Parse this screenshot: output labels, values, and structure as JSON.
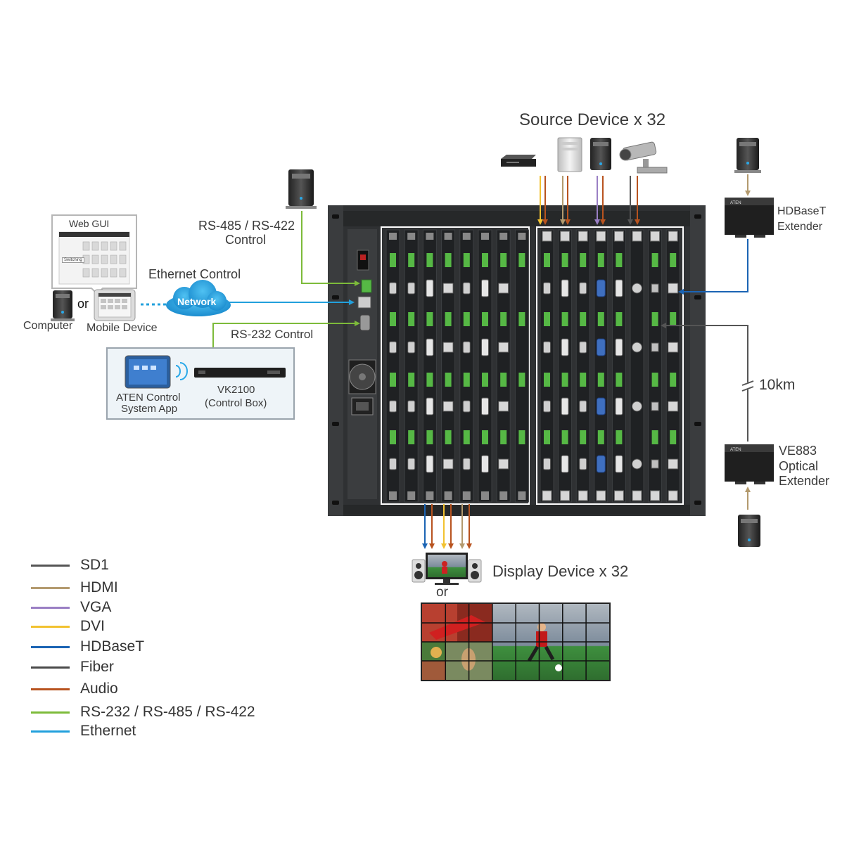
{
  "diagram": {
    "source_title": "Source Device x 32",
    "display_title": "Display Device x 32",
    "display_or": "or",
    "web_gui": "Web GUI",
    "web_gui_button": "Switching",
    "computer": "Computer",
    "or_text": "or",
    "mobile_device": "Mobile Device",
    "ethernet_control": "Ethernet Control",
    "network": "Network",
    "rs485_line1": "RS-485 / RS-422",
    "rs485_line2": "Control",
    "rs232_control": "RS-232 Control",
    "aten_app_line1": "ATEN Control",
    "aten_app_line2": "System App",
    "vk2100_line1": "VK2100",
    "vk2100_line2": "(Control Box)",
    "hdbaset_line1": "HDBaseT",
    "hdbaset_line2": "Extender",
    "distance": "10km",
    "ve883_line1": "VE883",
    "ve883_line2": "Optical",
    "ve883_line3": "Extender",
    "aten_brand": "ATEN"
  },
  "legend": [
    {
      "label": "SD1",
      "color": "#555555"
    },
    {
      "label": "HDMI",
      "color": "#b39a6e"
    },
    {
      "label": "VGA",
      "color": "#9a7fc4"
    },
    {
      "label": "DVI",
      "color": "#f2c230"
    },
    {
      "label": "HDBaseT",
      "color": "#1b64b4"
    },
    {
      "label": "Fiber",
      "color": "#4a4a4a"
    },
    {
      "label": "Audio",
      "color": "#b8531f"
    },
    {
      "label": "RS-232 / RS-485 / RS-422",
      "color": "#7dbb3a"
    },
    {
      "label": "Ethernet",
      "color": "#22a0dc"
    }
  ],
  "colors": {
    "rack": "#2f3133",
    "card": "#1f2123",
    "card_frame_left": "#ffffff",
    "terminal_green": "#56b845",
    "rs_control_line": "#7dbb3a",
    "ethernet_line": "#22a0dc",
    "hdbaset_line": "#1b64b4",
    "fiber_line": "#555555",
    "network_cloud": "#1a9fe0"
  }
}
